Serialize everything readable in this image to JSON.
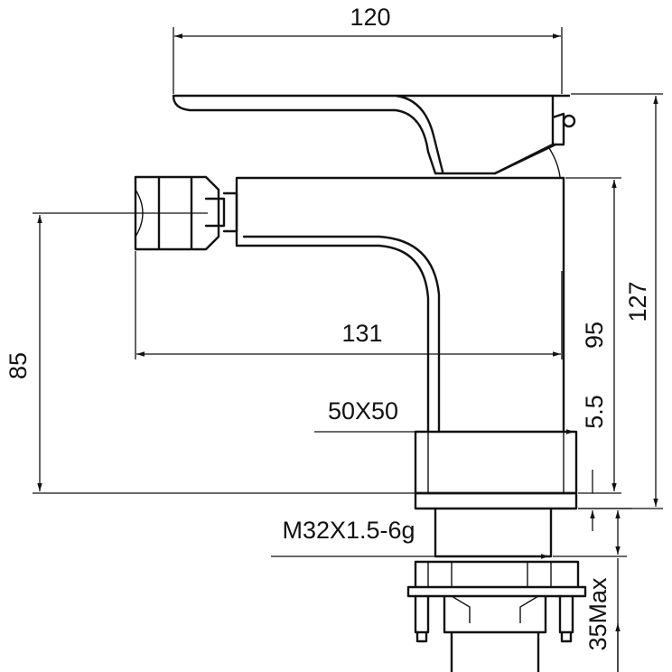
{
  "dimensions": {
    "width_top": "120",
    "spout_reach": "131",
    "base_square": "50X50",
    "thread": "M32X1.5-6g",
    "height_nozzle": "85",
    "height_body": "95",
    "base_plate": "5.5",
    "height_total": "127",
    "mount_max": "35Max"
  },
  "colors": {
    "line": "#111111",
    "background": "#ffffff"
  }
}
